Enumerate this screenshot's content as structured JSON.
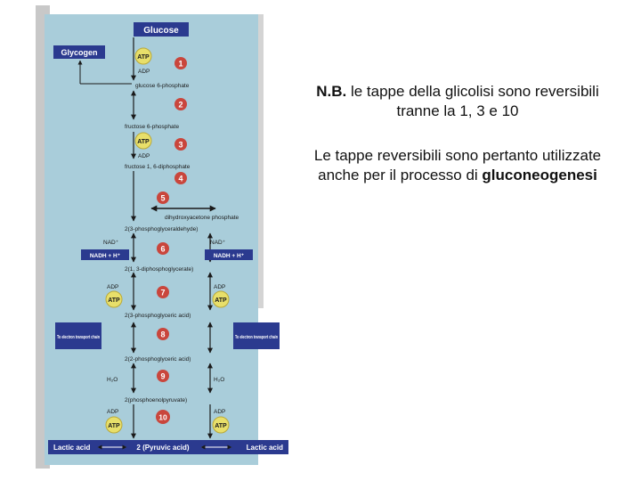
{
  "diagram": {
    "title": "Glucose",
    "glycogen": "Glycogen",
    "step_numbers": [
      "1",
      "2",
      "3",
      "4",
      "5",
      "6",
      "7",
      "8",
      "9",
      "10"
    ],
    "intermediates": {
      "g6p": "glucose 6-phosphate",
      "f6p": "fructose 6-phosphate",
      "fbp": "fructose 1, 6-diphosphate",
      "dhap": "dihydroxyacetone phosphate",
      "g3p": "2(3-phosphoglyceraldehyde)",
      "bpg": "2(1, 3-diphosphoglycerate)",
      "pga3": "2(3-phosphoglyceric acid)",
      "pga2": "2(2-phosphoglyceric acid)",
      "pep": "2(phosphoenolpyruvate)",
      "pyruvic": "2 (Pyruvic acid)",
      "lactic": "Lactic acid"
    },
    "cofactors": {
      "atp": "ATP",
      "adp": "ADP",
      "nad": "NAD⁺",
      "nadh": "NADH + H⁺",
      "water": "H₂O"
    },
    "electron_chain": "To electron transport chain",
    "colors": {
      "panel": "#a9cdda",
      "panel_shadow": "#c8c8c8",
      "box": "#2b3a8f",
      "step_circle": "#c9463c",
      "atp_star": "#e8df6a",
      "text": "#1a1a1a"
    }
  },
  "notes": {
    "nb_label": "N.B.",
    "nb_text": " le tappe della glicolisi sono reversibili tranne la 1, 3 e 10",
    "para2_text": "Le tappe reversibili sono pertanto utilizzate anche per il processo di",
    "para2_bold": "gluconeogenesi"
  }
}
